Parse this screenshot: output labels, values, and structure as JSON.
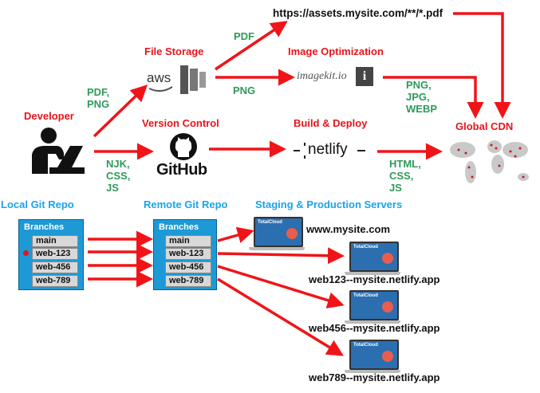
{
  "labels": {
    "developer": "Developer",
    "file_storage": "File Storage",
    "version_control": "Version Control",
    "image_optimization": "Image Optimization",
    "build_deploy": "Build & Deploy",
    "global_cdn": "Global CDN",
    "local_git_repo": "Local Git Repo",
    "remote_git_repo": "Remote Git Repo",
    "staging_production": "Staging & Production Servers",
    "assets_url": "https://assets.mysite.com/**/*.pdf"
  },
  "flow_labels": {
    "pdf_png": [
      "PDF,",
      "PNG"
    ],
    "pdf": "PDF",
    "png": "PNG",
    "njk_css_js": [
      "NJK,",
      "CSS,",
      "JS"
    ],
    "png_jpg_webp": [
      "PNG,",
      "JPG,",
      "WEBP"
    ],
    "html_css_js": [
      "HTML,",
      "CSS,",
      "JS"
    ]
  },
  "logos": {
    "aws": "aws",
    "imagekit": "imagekit.io",
    "imagekit_mark": "i",
    "github": "GitHub",
    "netlify": "netlify"
  },
  "repos": {
    "branches_title": "Branches",
    "branches": [
      "main",
      "web-123",
      "web-456",
      "web-789"
    ]
  },
  "servers": [
    "www.mysite.com",
    "web123--mysite.netlify.app",
    "web456--mysite.netlify.app",
    "web789--mysite.netlify.app"
  ],
  "laptop_screen_text": "TotalCloud",
  "colors": {
    "arrow": "#f01418",
    "repo": "#1d9ad6",
    "label_red": "#e8131b",
    "label_blue": "#1aa3e8",
    "label_green": "#2e9a5a"
  }
}
